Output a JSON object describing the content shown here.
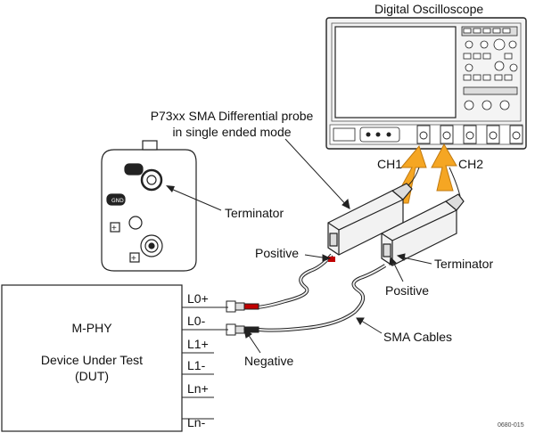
{
  "oscilloscope": {
    "title": "Digital Oscilloscope"
  },
  "probe": {
    "caption_line1": "P73xx SMA Differential probe",
    "caption_line2": "in single ended mode"
  },
  "channels": [
    "CH1",
    "CH2"
  ],
  "callouts": {
    "terminator_left": "Terminator",
    "terminator_right": "Terminator",
    "positive_left": "Positive",
    "positive_right": "Positive",
    "negative": "Negative",
    "sma_cables": "SMA Cables"
  },
  "dut": {
    "line1": "M-PHY",
    "line2": "Device Under Test",
    "line3": "(DUT)",
    "pins": [
      "L0+",
      "L0-",
      "L1+",
      "L1-",
      "Ln+",
      "Ln-"
    ]
  },
  "figure_id": "0680-015",
  "colors": {
    "arrow": "#f5a623",
    "cable_red": "#c00000",
    "line": "#222222"
  }
}
